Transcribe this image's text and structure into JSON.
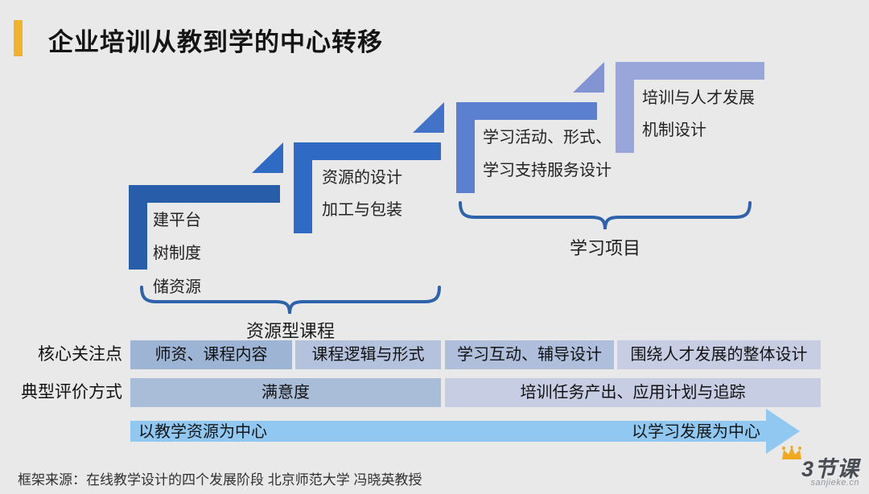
{
  "title": "企业培训从教到学的中心转移",
  "colors": {
    "background": "#e9e9ea",
    "accent_bar": "#f2b32c",
    "step1": "#275da9",
    "step2": "#2f6bc5",
    "step3": "#5c80d0",
    "step4": "#98a6d9",
    "tri2": "#2f6bc5",
    "tri3": "#4273c9",
    "tri4": "#8394d3",
    "brace": "#2e62ab",
    "arrow": "#90c8f1",
    "cell1": "#9db4d4",
    "cell2": "#b5c2de",
    "cell3": "#aebedb",
    "cell4": "#c7cee4",
    "cellA": "#a9bcd8",
    "cellB": "#c7cee4"
  },
  "steps": [
    {
      "lines": [
        "建平台",
        "树制度",
        "储资源"
      ]
    },
    {
      "lines": [
        "资源的设计",
        "加工与包装"
      ]
    },
    {
      "lines": [
        "学习活动、形式、",
        "学习支持服务设计"
      ]
    },
    {
      "lines": [
        "培训与人才发展",
        "机制设计"
      ]
    }
  ],
  "braces": {
    "left_label": "资源型课程",
    "right_label": "学习项目"
  },
  "table": {
    "row1_label": "核心关注点",
    "row2_label": "典型评价方式",
    "row1_cells": [
      "师资、课程内容",
      "课程逻辑与形式",
      "学习互动、辅导设计",
      "围绕人才发展的整体设计"
    ],
    "row2_cells": [
      "满意度",
      "培训任务产出、应用计划与追踪"
    ]
  },
  "arrow": {
    "left_label": "以教学资源为中心",
    "right_label": "以学习发展为中心"
  },
  "source": "框架来源：在线教学设计的四个发展阶段 北京师范大学 冯晓英教授",
  "logo": {
    "name": "3节课",
    "domain": "sanjieke.cn",
    "crown_color": "#f0a81e"
  }
}
